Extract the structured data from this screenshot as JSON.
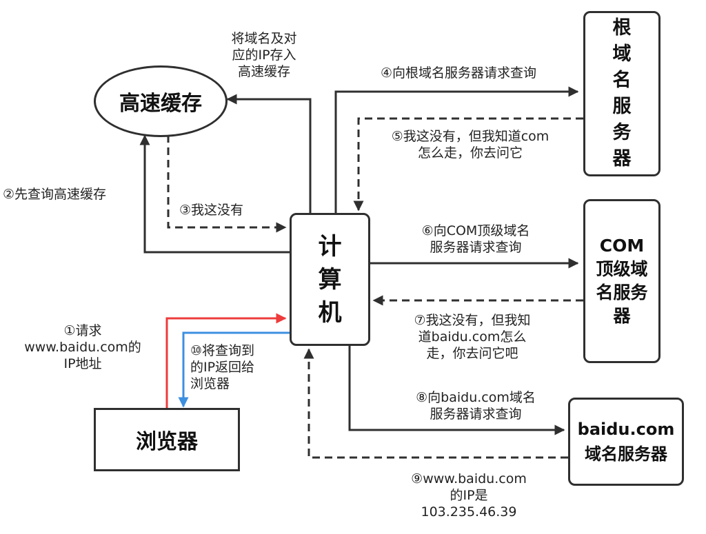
{
  "nodes": {
    "cache": "高速缓存",
    "root_server": "根\n域\n名\n服\n务\n器",
    "com_server": "COM\n顶级域\n名服务\n器",
    "computer": "计\n算\n机",
    "browser": "浏览器",
    "baidu_server": "baidu.com\n域名服务器"
  },
  "steps": {
    "s1": "①请求\nwww.baidu.com的\nIP地址",
    "s2": "②先查询高速缓存",
    "s3": "③我这没有",
    "s4": "④向根域名服务器请求查询",
    "s5": "⑤我这没有，但我知道com\n怎么走，你去问它",
    "s6": "⑥向COM顶级域名\n服务器请求查询",
    "s7": "⑦我这没有，但我知\n道baidu.com怎么\n走，你去问它吧",
    "s8": "⑧向baidu.com域名\n服务器请求查询",
    "s9": "⑨www.baidu.com\n的IP是\n103.235.46.39",
    "s10": "⑩将查询到\n的IP返回给\n浏览器",
    "store": "将域名及对\n应的IP存入\n高速缓存"
  },
  "colors": {
    "line": "#2f2f2f",
    "request_line": "#ee3b3b",
    "response_line": "#3d8fe0"
  }
}
